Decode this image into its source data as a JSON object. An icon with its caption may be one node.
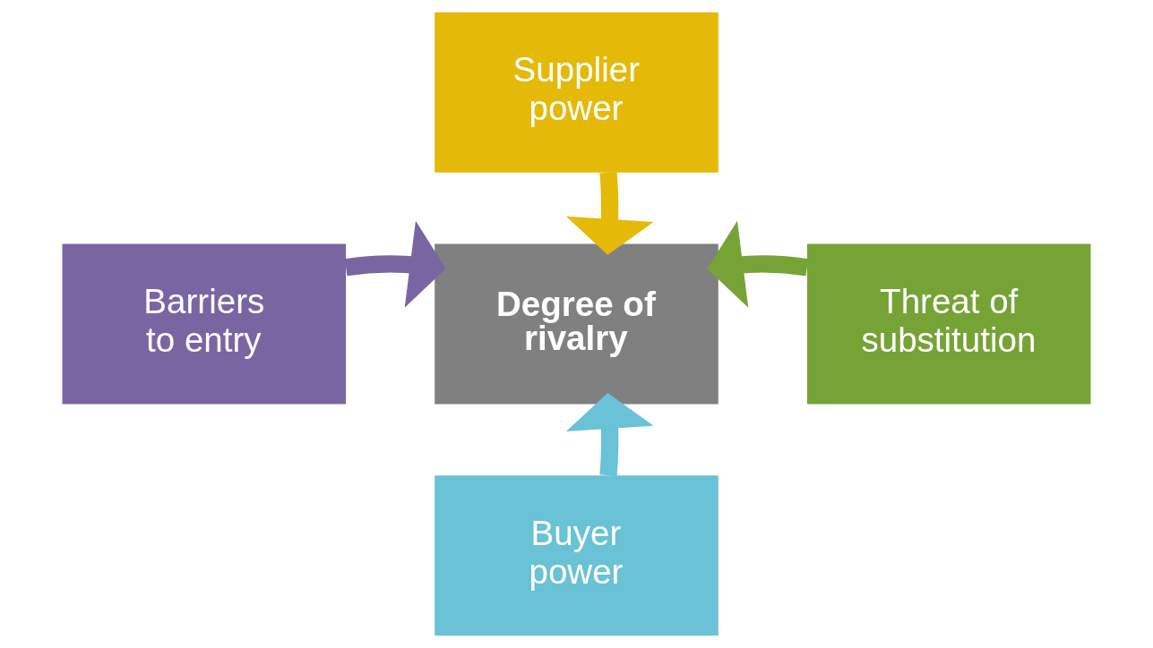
{
  "diagram": {
    "nodes": [
      {
        "text": [
          "Supplier power"
        ]
      },
      {
        "text": [
          "Barriers to entry"
        ]
      },
      {
        "text": [
          "Degree of rivalry"
        ]
      },
      {
        "text": [
          "Threat of substitution"
        ]
      },
      {
        "text": [
          "Buyer power"
        ]
      }
    ],
    "edges": [
      {
        "from": 0,
        "to": 2,
        "arrow": "to",
        "color": "#e5b908"
      },
      {
        "from": 1,
        "to": 2,
        "arrow": "to",
        "color": "#7a65a3"
      },
      {
        "from": 3,
        "to": 2,
        "arrow": "to",
        "color": "#76a336"
      },
      {
        "from": 4,
        "to": 2,
        "arrow": "to",
        "color": "#69c2d6"
      }
    ]
  }
}
